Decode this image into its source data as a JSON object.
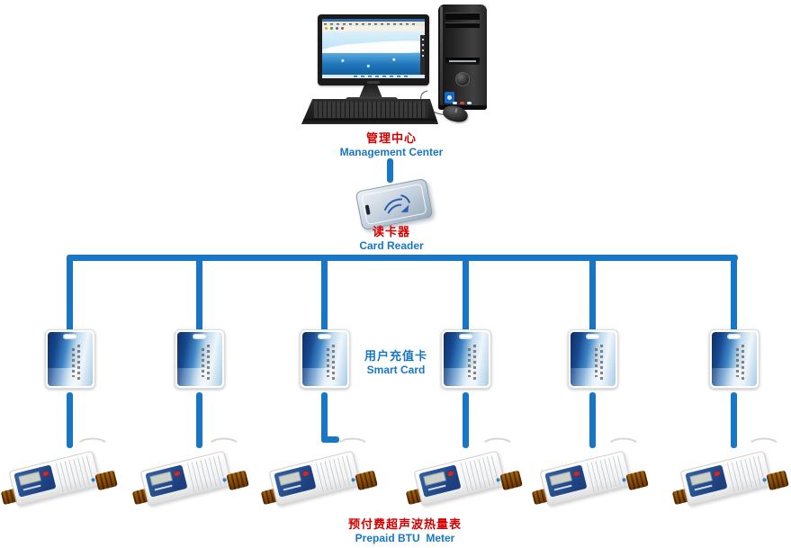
{
  "colors": {
    "line-blue": "#1777c6",
    "label-red": "#d40000",
    "label-blue": "#1777c6"
  },
  "nodes": {
    "management_center": {
      "label_zh": "管理中心",
      "label_en": "Management Center"
    },
    "card_reader": {
      "label_zh": "读卡器",
      "label_en": "Card Reader"
    },
    "smart_card": {
      "label_zh": "用户充值卡",
      "label_en": "Smart Card"
    },
    "btu_meter": {
      "label_zh": "预付费超声波热量表",
      "label_en": "Prepaid BTU  Meter"
    }
  },
  "counts": {
    "smart_cards": 6,
    "meters": 6
  }
}
